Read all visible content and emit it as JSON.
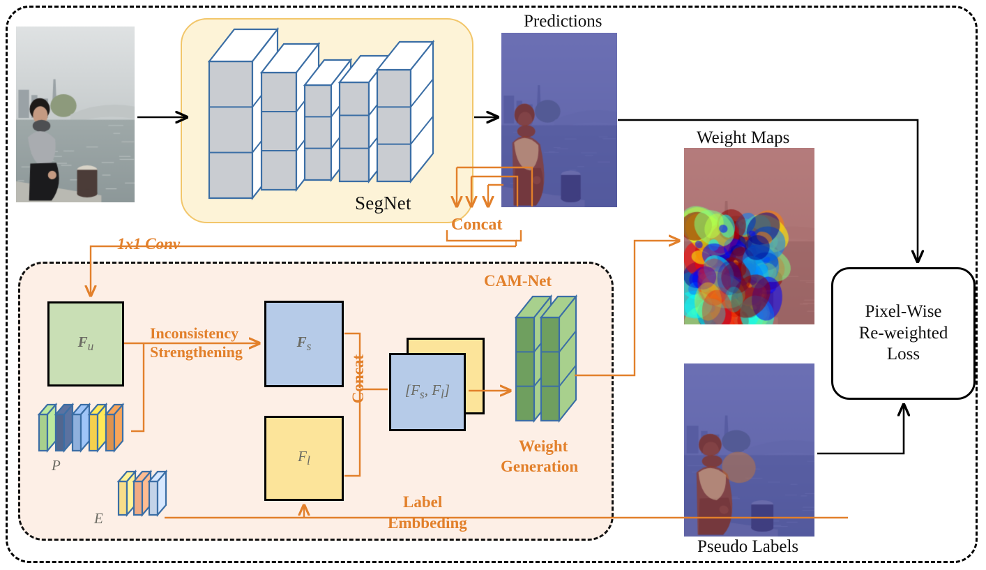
{
  "diagram": {
    "title": "Pixel-wise re-weighted semi-supervised segmentation pipeline",
    "accent_orange": "#e2802b",
    "panel_yellow": "#fdf3d7",
    "panel_peach": "#fdefe6"
  },
  "segnet": {
    "label": "SegNet",
    "layer_count": 5
  },
  "camnet": {
    "label": "CAM-Net",
    "conv_label": "1x1  Conv",
    "concat_top_label": "Concat",
    "concat_mid_label": "Concat",
    "inconsistency_line1": "Inconsistency",
    "inconsistency_line2": "Strengthening",
    "weight_gen_line1": "Weight",
    "weight_gen_line2": "Generation",
    "label_embed_line1": "Label",
    "label_embed_line2": "Embbeding"
  },
  "boxes": {
    "fu": {
      "label": "F",
      "sub": "u",
      "color": "#c9dfb5"
    },
    "fs": {
      "label": "F",
      "sub": "s",
      "color": "#b6cbe8"
    },
    "fl": {
      "label": "F",
      "sub": "l",
      "color": "#fce49a"
    },
    "concat_front": {
      "label": "[F",
      "sub1": "s",
      "mid": ", F",
      "sub2": "l",
      "end": "]",
      "color": "#b6cbe8"
    },
    "concat_back": {
      "color": "#fce49a"
    }
  },
  "stacks": {
    "p": {
      "label": "P",
      "colors": [
        "#a8d08d",
        "#51668f",
        "#8fb0dd",
        "#f5d04e",
        "#dd9350"
      ]
    },
    "e": {
      "label": "E",
      "colors": [
        "#f7dd8a",
        "#f0ab84",
        "#c3d3e8"
      ]
    },
    "weight_gen": {
      "colors": [
        "#6f9f5f",
        "#6f9f5f"
      ]
    }
  },
  "images": {
    "input": {
      "caption": ""
    },
    "predictions": {
      "caption": "Predictions"
    },
    "weight_maps": {
      "caption": "Weight Maps"
    },
    "pseudo_labels": {
      "caption": "Pseudo  Labels"
    }
  },
  "loss": {
    "line1": "Pixel-Wise",
    "line2": "Re-weighted",
    "line3": "Loss"
  }
}
